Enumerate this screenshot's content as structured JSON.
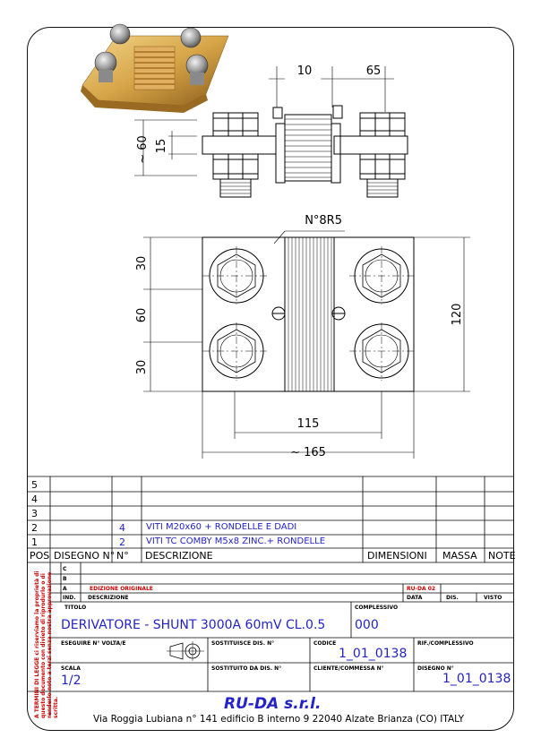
{
  "drawing": {
    "dimensions_top": {
      "d10": "10",
      "d65": "65",
      "d60": "~ 60",
      "d15": "15"
    },
    "dimensions_plan": {
      "note": "N°8R5",
      "d30a": "30",
      "d60": "60",
      "d30b": "30",
      "d120": "120",
      "d115": "115",
      "d165": "~ 165"
    },
    "photo": {
      "description_icon": "shunt-photo"
    }
  },
  "bom": {
    "rows": [
      {
        "pos": "5",
        "disegno": "",
        "n": "",
        "descrizione": ""
      },
      {
        "pos": "4",
        "disegno": "",
        "n": "",
        "descrizione": ""
      },
      {
        "pos": "3",
        "disegno": "",
        "n": "",
        "descrizione": ""
      },
      {
        "pos": "2",
        "disegno": "",
        "n": "4",
        "descrizione": "VITI M20x60 + RONDELLE E DADI"
      },
      {
        "pos": "1",
        "disegno": "",
        "n": "2",
        "descrizione": "VITI TC COMBY M5x8 ZINC.+ RONDELLE"
      }
    ],
    "headers": {
      "pos": "POS",
      "disegno": "DISEGNO N°",
      "n": "N°",
      "descrizione": "DESCRIZIONE",
      "dimensioni": "DIMENSIONI",
      "massa": "MASSA",
      "note": "NOTE"
    }
  },
  "revisions": {
    "rows": [
      {
        "ind": "C",
        "descr": "",
        "sigla": ""
      },
      {
        "ind": "B",
        "descr": "",
        "sigla": ""
      },
      {
        "ind": "A",
        "descr": "EDIZIONE ORIGINALE",
        "sigla": "RU-DA 02"
      }
    ],
    "headers": {
      "ind": "IND.",
      "descr": "DESCRIZIONE",
      "data": "DATA",
      "dis": "DIS.",
      "visto": "VISTO"
    }
  },
  "title_block": {
    "titolo_label": "TITOLO",
    "titolo": "DERIVATORE - SHUNT 3000A 60mV CL.0.5",
    "complessivo_label": "COMPLESSIVO",
    "complessivo": "000",
    "eseguire_label": "ESEGUIRE N°  VOLTA/E",
    "sostituisce_label": "SOSTITUISCE DIS. N°",
    "codice_label": "CODICE",
    "codice": "1_01_0138",
    "rif_label": "RIF./COMPLESSIVO",
    "scala_label": "SCALA",
    "scala": "1/2",
    "sostituito_label": "SOSTITUITO DA DIS. N°",
    "cliente_label": "CLIENTE/COMMESSA N°",
    "disegno_label": "DISEGNO N°",
    "disegno": "1_01_0138"
  },
  "company": {
    "name": "RU-DA s.r.l.",
    "address": "Via Roggia Lubiana n° 141 edificio B interno 9  22040 Alzate Brianza (CO) ITALY"
  },
  "legal": {
    "text_a": "A TERMINI DI LEGGE ci riserviamo la proprietà di questo documento con divieto di riprodurlo o di",
    "text_b": "renderlo noto a terzi senza nostra approvazione scritta."
  },
  "colors": {
    "blue": "#2323c8",
    "red": "#c00000",
    "brass": "#c8962e"
  }
}
